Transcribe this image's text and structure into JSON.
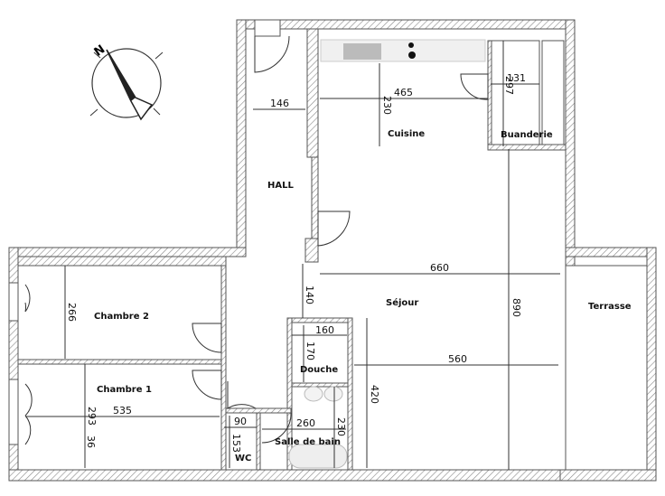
{
  "plan": {
    "compass_label": "N",
    "rooms": {
      "hall": "HALL",
      "cuisine": "Cuisine",
      "buanderie": "Buanderie",
      "sejour": "Séjour",
      "terrasse": "Terrasse",
      "chambre2": "Chambre 2",
      "chambre1": "Chambre 1",
      "douche": "Douche",
      "salle_de_bain": "Salle de bain",
      "wc": "WC"
    },
    "dimensions": {
      "hall_width": "146",
      "cuisine_width": "465",
      "cuisine_depth": "230",
      "buanderie_width": "131",
      "buanderie_depth": "297",
      "sejour_width": "660",
      "sejour_depth": "890",
      "hall_wall": "140",
      "douche_width": "160",
      "douche_depth": "170",
      "sejour_inner": "560",
      "sejour_side": "420",
      "chambre2_depth": "266",
      "chambre1_depth": "293",
      "chambre1_width": "535",
      "chambre1_small": "36",
      "wc_width": "90",
      "wc_depth": "153",
      "sdb_width": "260",
      "sdb_depth": "230"
    }
  }
}
